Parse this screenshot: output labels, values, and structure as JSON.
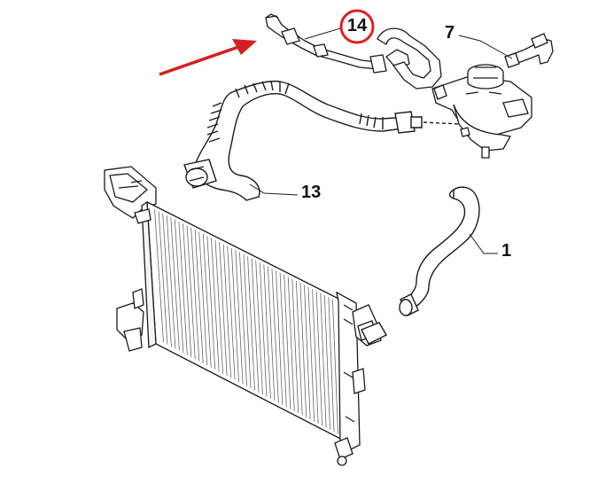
{
  "callouts": {
    "part_14": "14",
    "part_7": "7",
    "part_13": "13",
    "part_1": "1"
  },
  "highlight": {
    "circle_color": "#e02020",
    "arrow_color": "#d42020"
  },
  "colors": {
    "line": "#1a1a1a",
    "hose_fill": "#ffffff",
    "radiator_fin": "#666666"
  }
}
